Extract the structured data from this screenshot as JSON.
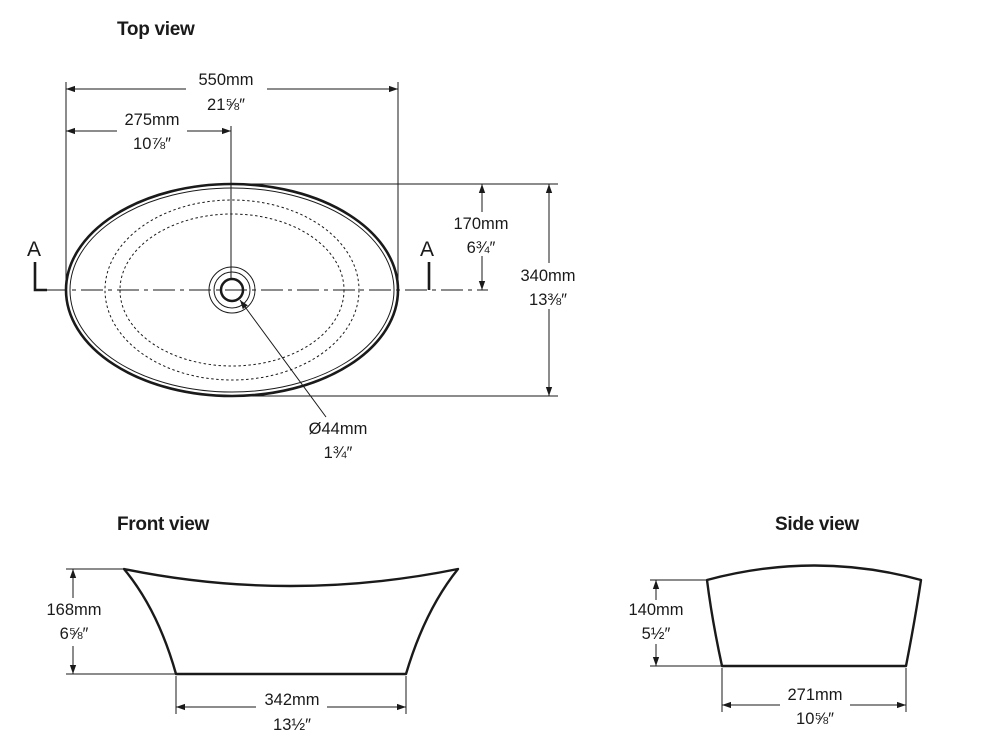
{
  "top_view": {
    "title": "Top view",
    "width_mm": "550mm",
    "width_in": "21⅝″",
    "half_width_mm": "275mm",
    "half_width_in": "10⅞″",
    "half_depth_mm": "170mm",
    "half_depth_in": "6¾″",
    "depth_mm": "340mm",
    "depth_in": "13⅜″",
    "drain_mm": "Ø44mm",
    "drain_in": "1¾″",
    "section_left": "A",
    "section_right": "A"
  },
  "front_view": {
    "title": "Front view",
    "height_mm": "168mm",
    "height_in": "6⅝″",
    "base_mm": "342mm",
    "base_in": "13½″"
  },
  "side_view": {
    "title": "Side view",
    "height_mm": "140mm",
    "height_in": "5½″",
    "base_mm": "271mm",
    "base_in": "10⅝″"
  }
}
